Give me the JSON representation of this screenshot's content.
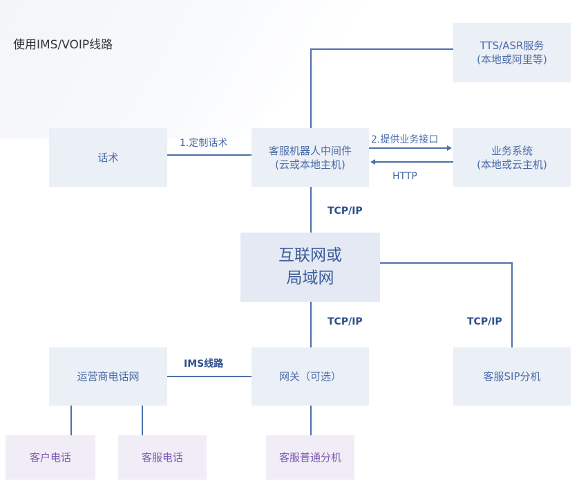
{
  "title": "使用IMS/VOIP线路",
  "nodes": {
    "tts": [
      "TTS/ASR服务",
      "(本地或阿里等)"
    ],
    "huashu": [
      "话术"
    ],
    "middleware": [
      "客服机器人中间件",
      "(云或本地主机)"
    ],
    "business": [
      "业务系统",
      "(本地或云主机)"
    ],
    "internet": [
      "互联网或",
      "局域网"
    ],
    "carrier": [
      "运营商电话网"
    ],
    "gateway": [
      "网关（可选）"
    ],
    "sip": [
      "客服SIP分机"
    ],
    "customer_phone": [
      "客户电话"
    ],
    "service_phone": [
      "客服电话"
    ],
    "service_ext": [
      "客服普通分机"
    ]
  },
  "edges": {
    "custom_script": "1.定制话术",
    "provide_api": "2.提供业务接口",
    "http": "HTTP",
    "tcpip_mid": "TCP/IP",
    "tcpip_gateway": "TCP/IP",
    "tcpip_sip": "TCP/IP",
    "ims_line": "IMS线路"
  },
  "colors": {
    "box_fill": "#ebeff6",
    "box_text": "#4a6ba8",
    "purple_fill": "#f0edf6",
    "purple_text": "#7c58b0",
    "line": "#4d6faa"
  }
}
